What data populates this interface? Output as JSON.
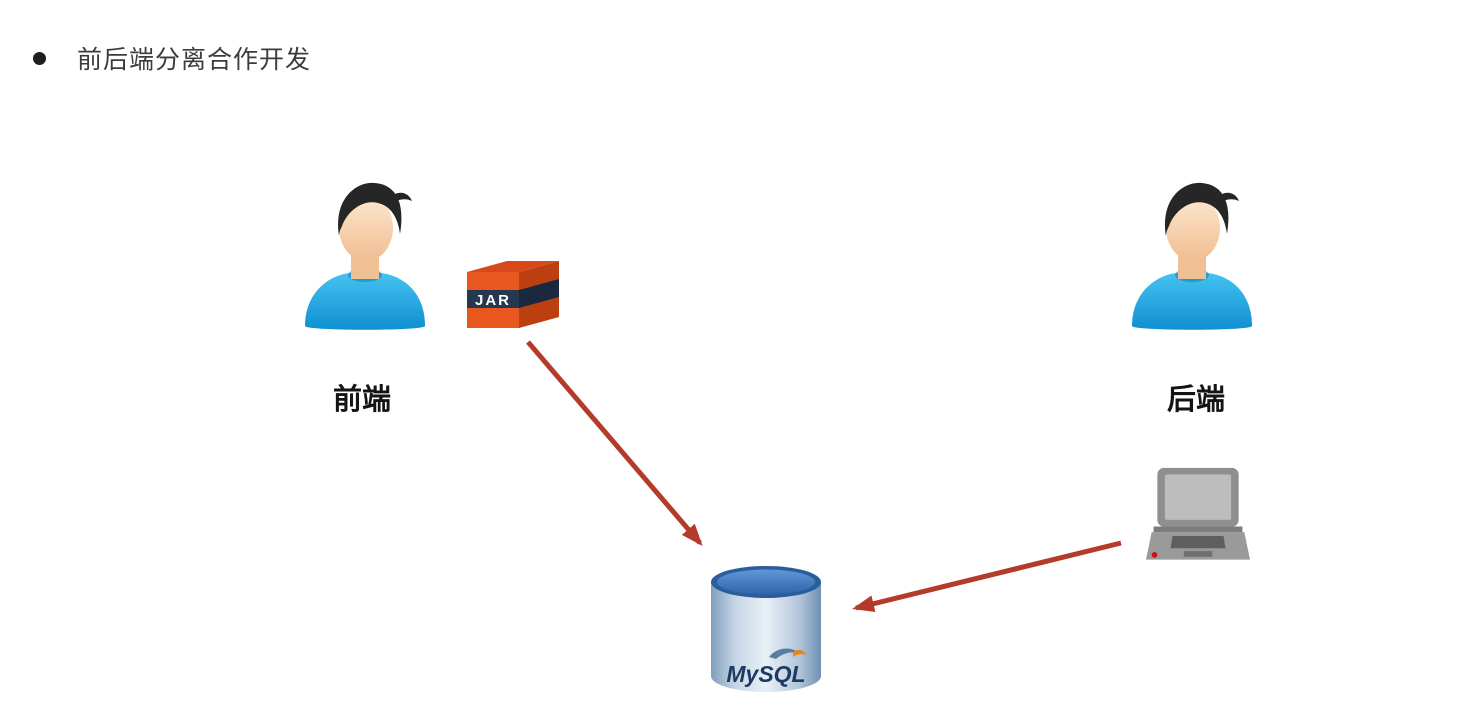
{
  "title": {
    "text": "前后端分离合作开发"
  },
  "nodes": {
    "frontend": {
      "label": "前端",
      "icon": "person-icon"
    },
    "backend": {
      "label": "后端",
      "icon": "person-icon"
    },
    "jar": {
      "label": "JAR",
      "icon": "jar-package-icon"
    },
    "mysql": {
      "label": "MySQL",
      "icon": "database-cylinder-icon"
    },
    "laptop": {
      "icon": "laptop-icon"
    }
  },
  "connections": [
    {
      "from": "jar",
      "to": "mysql",
      "style": "red-arrow"
    },
    {
      "from": "laptop",
      "to": "mysql",
      "style": "red-arrow"
    }
  ],
  "colors": {
    "arrow_red": "#b43a2a",
    "shirt_blue": "#1f9ad7",
    "jar_orange": "#e8581e",
    "jar_band_navy": "#26374f",
    "mysql_top_blue": "#3a6cae",
    "mysql_text_navy": "#1d3a63",
    "laptop_gray": "#9a9a9a",
    "title_text": "#3c3c3c"
  }
}
